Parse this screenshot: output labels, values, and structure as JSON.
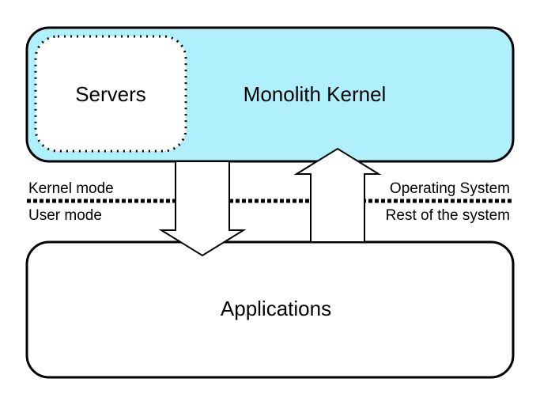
{
  "kernel_box": {
    "label": "Monolith Kernel",
    "fill_color": "#b0f0fc"
  },
  "servers_box": {
    "label": "Servers",
    "fill_color": "#ffffff"
  },
  "applications_box": {
    "label": "Applications",
    "fill_color": "#ffffff"
  },
  "boundary": {
    "left_top_label": "Kernel mode",
    "left_bottom_label": "User mode",
    "right_top_label": "Operating System",
    "right_bottom_label": "Rest of the system"
  },
  "arrows": [
    {
      "direction": "down",
      "meaning": "from kernel to applications"
    },
    {
      "direction": "up",
      "meaning": "from applications to kernel"
    }
  ],
  "colors": {
    "stroke": "#000000",
    "kernel_fill": "#b0f0fc",
    "box_fill": "#ffffff"
  }
}
